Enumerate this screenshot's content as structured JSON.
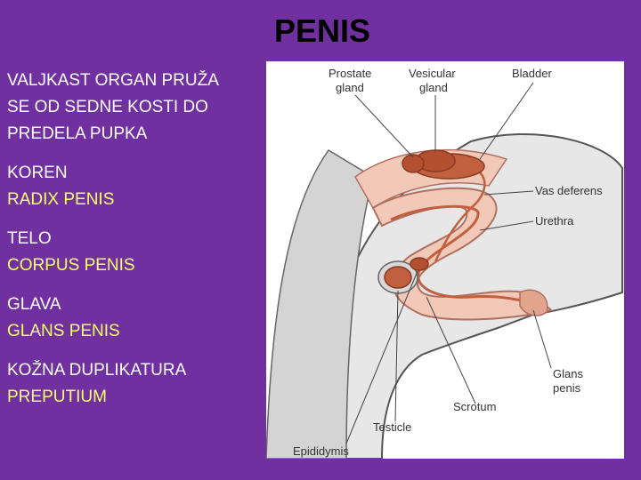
{
  "title": "PENIS",
  "left_text": [
    {
      "lines": [
        "VALJKAST ORGAN PRUŽA",
        "SE OD SEDNE KOSTI DO",
        "PREDELA PUPKA"
      ],
      "color": "#ffffff"
    },
    {
      "lines": [
        "KOREN"
      ],
      "color": "#ffffff",
      "sub": "RADIX  PENIS",
      "sub_color": "#ffff66"
    },
    {
      "lines": [
        "TELO"
      ],
      "color": "#ffffff",
      "sub": "CORPUS  PENIS",
      "sub_color": "#ffff66"
    },
    {
      "lines": [
        "GLAVA"
      ],
      "color": "#ffffff",
      "sub": "GLANS  PENIS",
      "sub_color": "#ffff66"
    },
    {
      "lines": [
        "KOŽNA DUPLIKATURA"
      ],
      "color": "#ffffff",
      "sub": "PREPUTIUM",
      "sub_color": "#ffff66"
    }
  ],
  "diagram_labels": {
    "prostate_1": "Prostate",
    "prostate_2": "gland",
    "vesicular_1": "Vesicular",
    "vesicular_2": "gland",
    "bladder": "Bladder",
    "vas_deferens": "Vas deferens",
    "urethra": "Urethra",
    "glans_1": "Glans",
    "glans_2": "penis",
    "scrotum": "Scrotum",
    "testicle": "Testicle",
    "epididymis": "Epididymis"
  },
  "colors": {
    "background": "#7030a0",
    "text_white": "#ffffff",
    "text_yellow": "#ffff66",
    "organ": "#c0603f",
    "tissue": "#f2c9b8"
  }
}
